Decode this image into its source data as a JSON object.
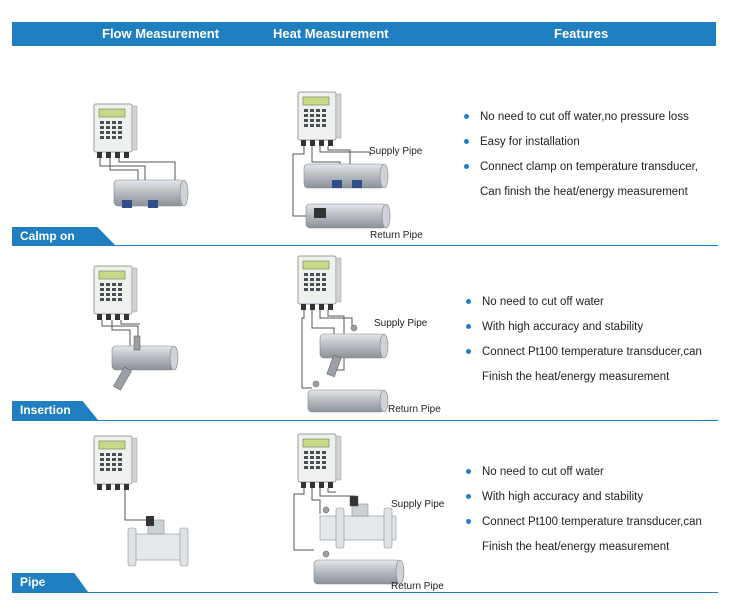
{
  "header": {
    "col1": "Flow  Measurement",
    "col2": "Heat  Measurement",
    "col3": "Features"
  },
  "rows": [
    {
      "tab": "Calmp on",
      "supply_label": "Supply  Pipe",
      "return_label": "Return Pipe",
      "features": [
        "No need to cut off water,no pressure loss",
        "Easy for installation",
        "Connect clamp on temperature transducer,",
        "Can finish the heat/energy measurement"
      ]
    },
    {
      "tab": "Insertion",
      "supply_label": "Supply  Pipe",
      "return_label": "Return Pipe",
      "features": [
        "No need to cut off water",
        "With high accuracy and stability",
        "Connect Pt100 temperature transducer,can",
        "Finish the heat/energy measurement"
      ]
    },
    {
      "tab": "Pipe",
      "supply_label": "Supply  Pipe",
      "return_label": "Return Pipe",
      "features": [
        "No need to cut off water",
        "With high accuracy and stability",
        "Connect Pt100 temperature transducer,can",
        "Finish the heat/energy measurement"
      ]
    }
  ],
  "colors": {
    "accent": "#1f7fc1",
    "device": "#eef1ee",
    "pipe": "#b9bec4"
  },
  "icons": [
    "flowmeter-device-icon",
    "pipe-icon",
    "transducer-icon",
    "bullet-dot-icon"
  ]
}
